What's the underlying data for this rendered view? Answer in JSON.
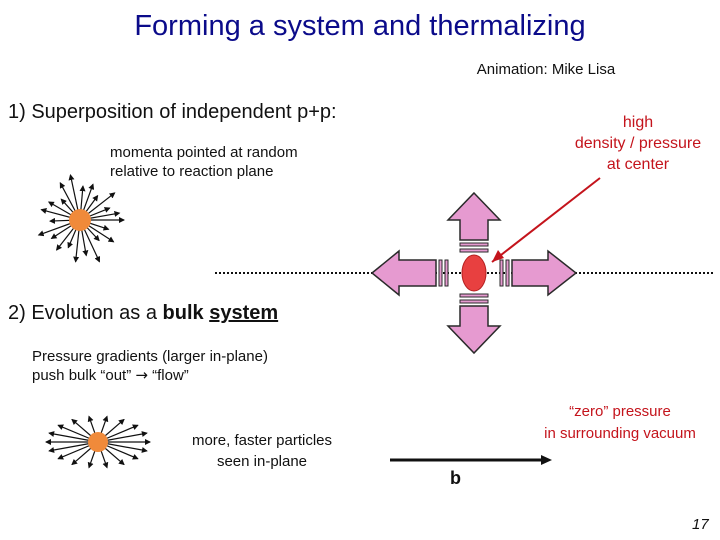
{
  "title": "Forming a system and thermalizing",
  "credit": "Animation: Mike Lisa",
  "section1": {
    "heading": "1) Superposition of independent p+p:",
    "note_line1": "momenta pointed at random",
    "note_line2": "relative to reaction plane"
  },
  "annotation_high": {
    "line1": "high",
    "line2": "density / pressure",
    "line3": "at center"
  },
  "section2": {
    "heading_plain": "2) Evolution as a ",
    "heading_bold": "bulk ",
    "heading_underlined": "system",
    "note_line1": "Pressure gradients (larger in-plane)",
    "note_line2_a": "push bulk “out” ",
    "note_line2_arrow": "→",
    "note_line2_b": " “flow”"
  },
  "note_inplane": {
    "line1": "more, faster particles",
    "line2": "seen in-plane"
  },
  "annotation_zero": {
    "line1": "“zero” pressure",
    "line2": "in surrounding vacuum"
  },
  "impact_label": "b",
  "page_number": "17",
  "colors": {
    "title": "#0b0b8a",
    "annotation": "#c4141c",
    "arrow_fill": "#e69ad0",
    "arrow_stroke": "#2a2a2a",
    "center_blob": "#e84040",
    "burst": "#f08a3a"
  }
}
